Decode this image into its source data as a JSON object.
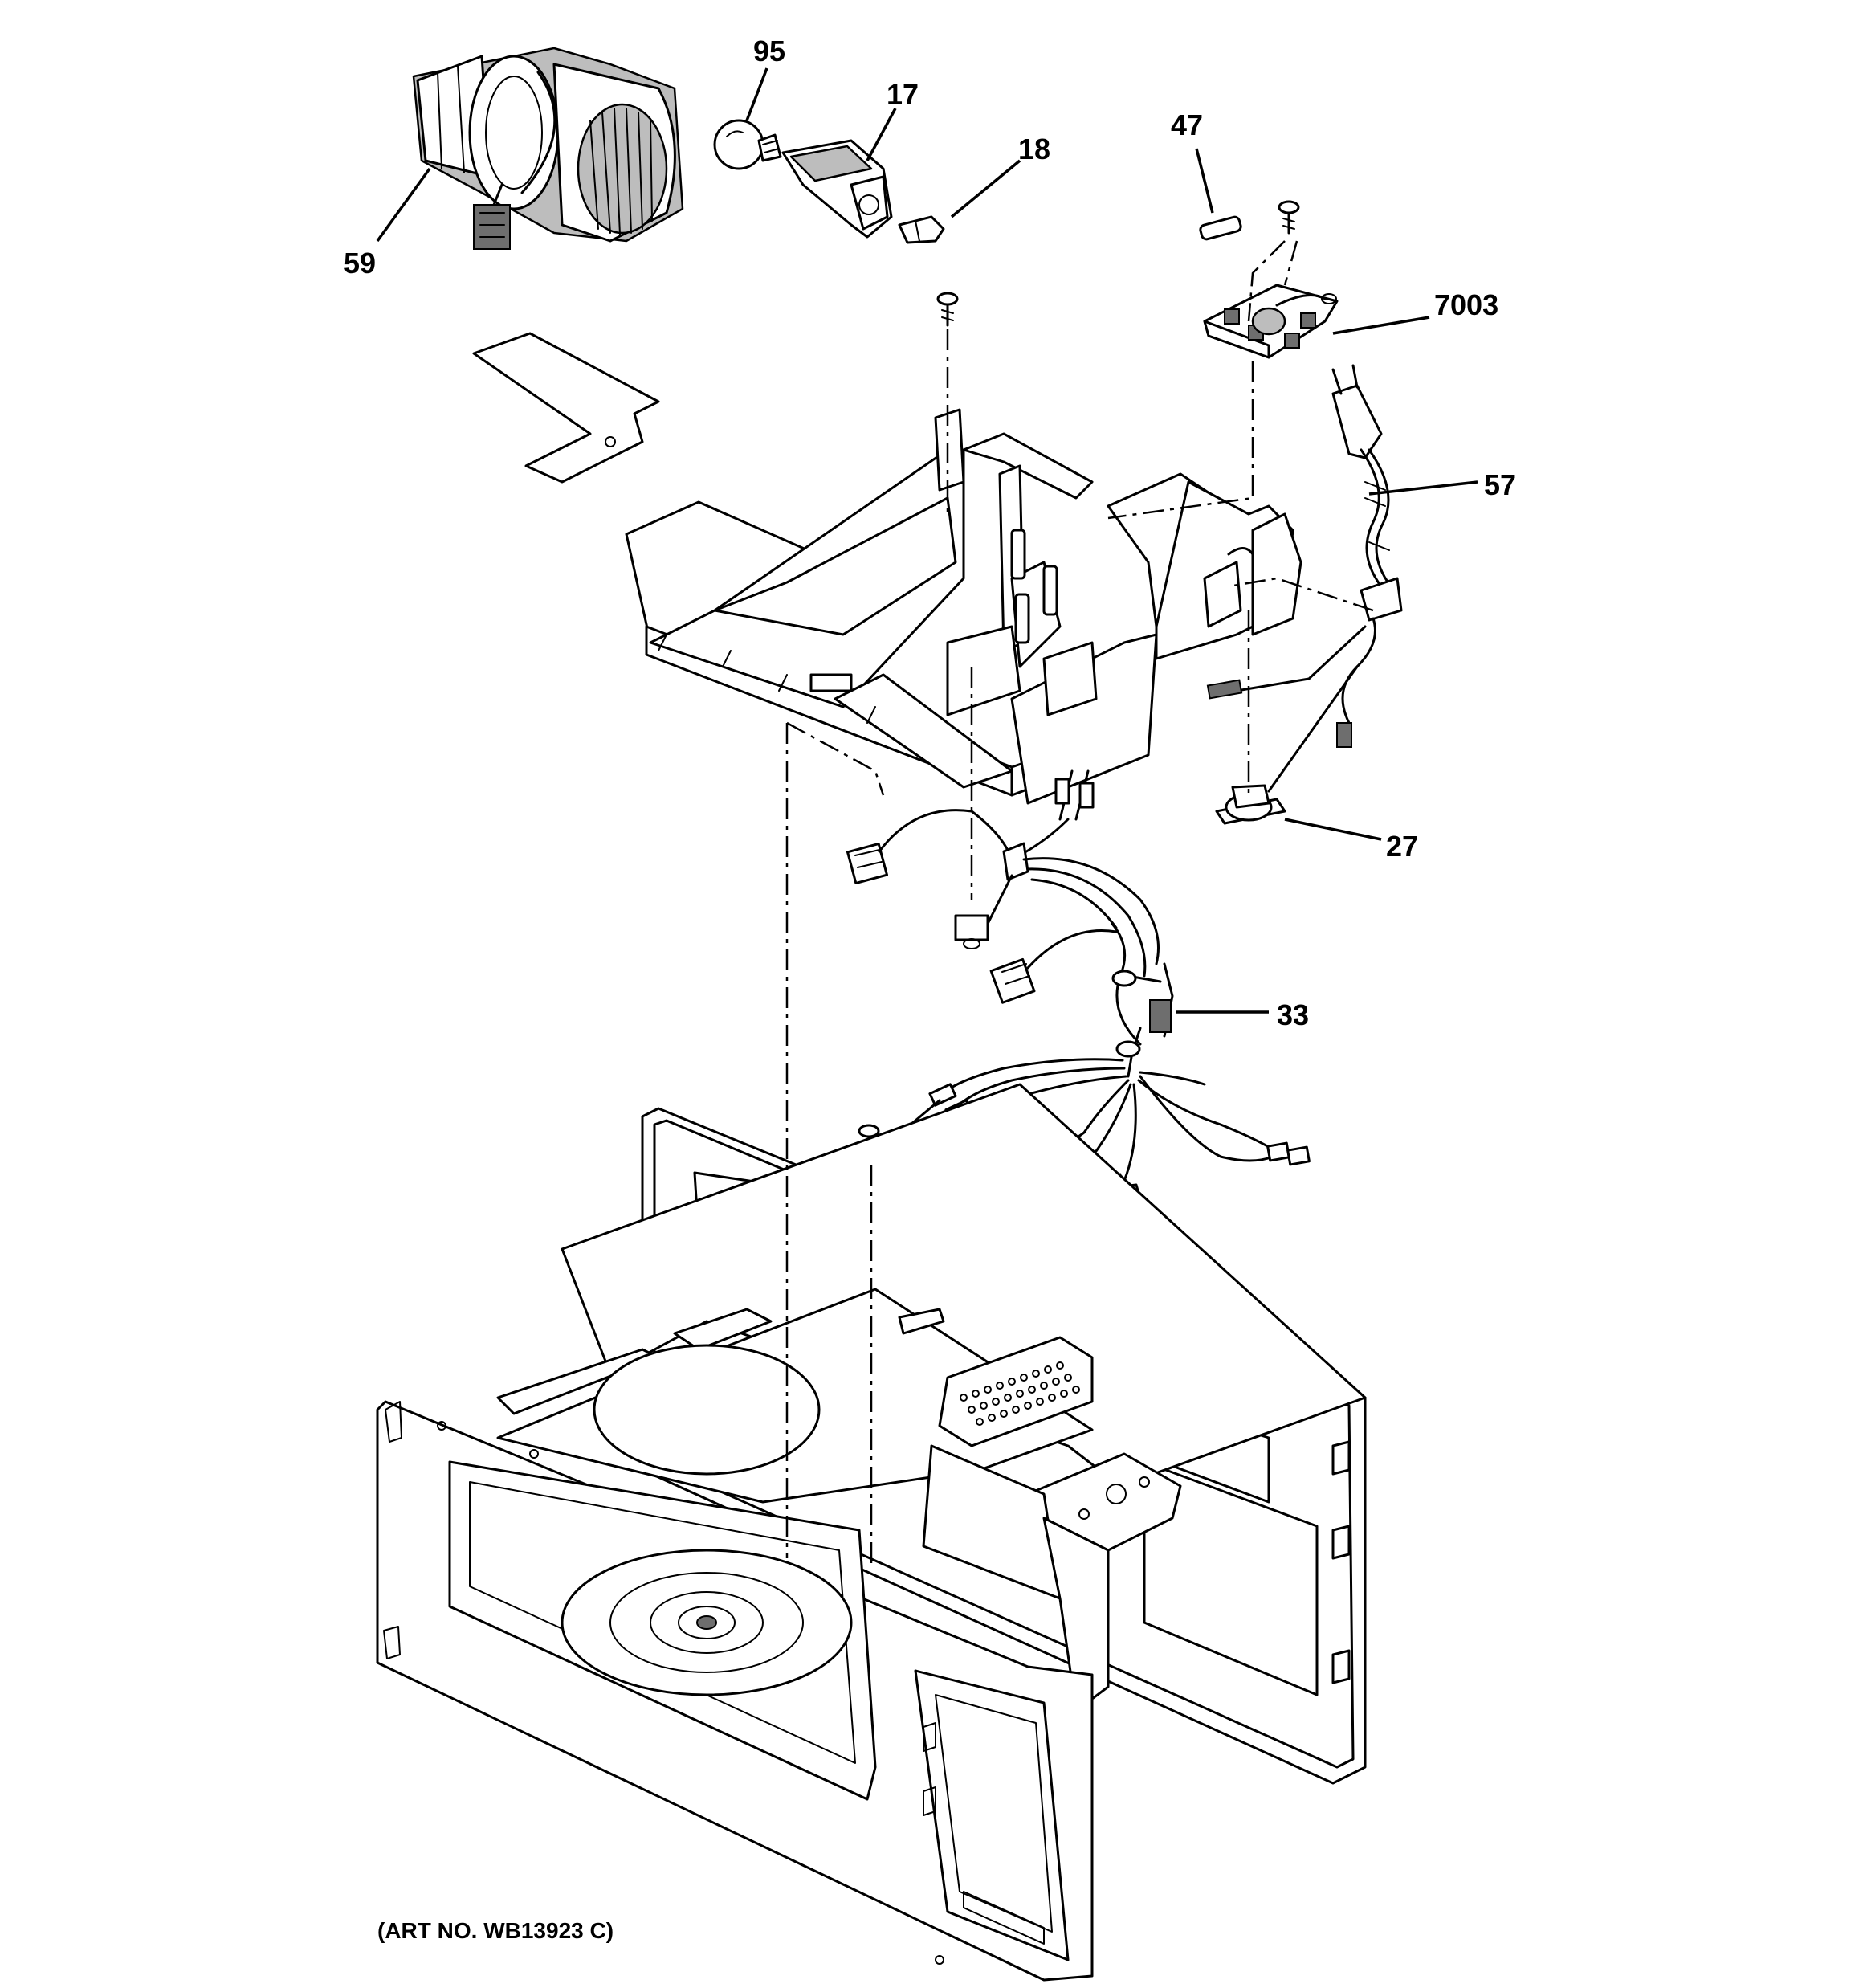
{
  "diagram": {
    "callouts": [
      {
        "id": "59",
        "label": "59"
      },
      {
        "id": "95",
        "label": "95"
      },
      {
        "id": "17",
        "label": "17"
      },
      {
        "id": "18",
        "label": "18"
      },
      {
        "id": "47",
        "label": "47"
      },
      {
        "id": "7003",
        "label": "7003"
      },
      {
        "id": "57",
        "label": "57"
      },
      {
        "id": "27",
        "label": "27"
      },
      {
        "id": "33",
        "label": "33"
      }
    ],
    "art_number": "(ART NO. WB13923 C)"
  }
}
